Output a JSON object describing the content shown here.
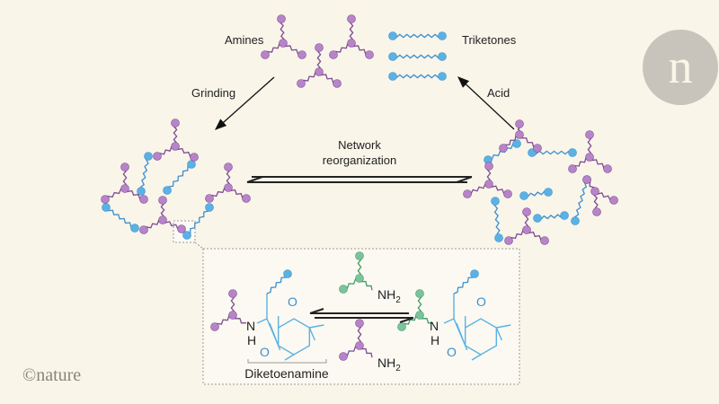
{
  "labels": {
    "amines": "Amines",
    "triketones": "Triketones",
    "grinding": "Grinding",
    "acid": "Acid",
    "network_line1": "Network",
    "network_line2": "reorganization",
    "diketoenamine": "Diketoenamine",
    "nh2": "NH",
    "nh2_sub": "2",
    "n": "N",
    "h": "H",
    "o": "O"
  },
  "branding": {
    "logo_letter": "n",
    "credit": "©nature"
  },
  "colors": {
    "background": "#f9f5e9",
    "amine": "#b784c8",
    "triketone": "#5ab2e4",
    "exchanged_amine": "#7cc39c",
    "logo": "#c9c4bb"
  }
}
